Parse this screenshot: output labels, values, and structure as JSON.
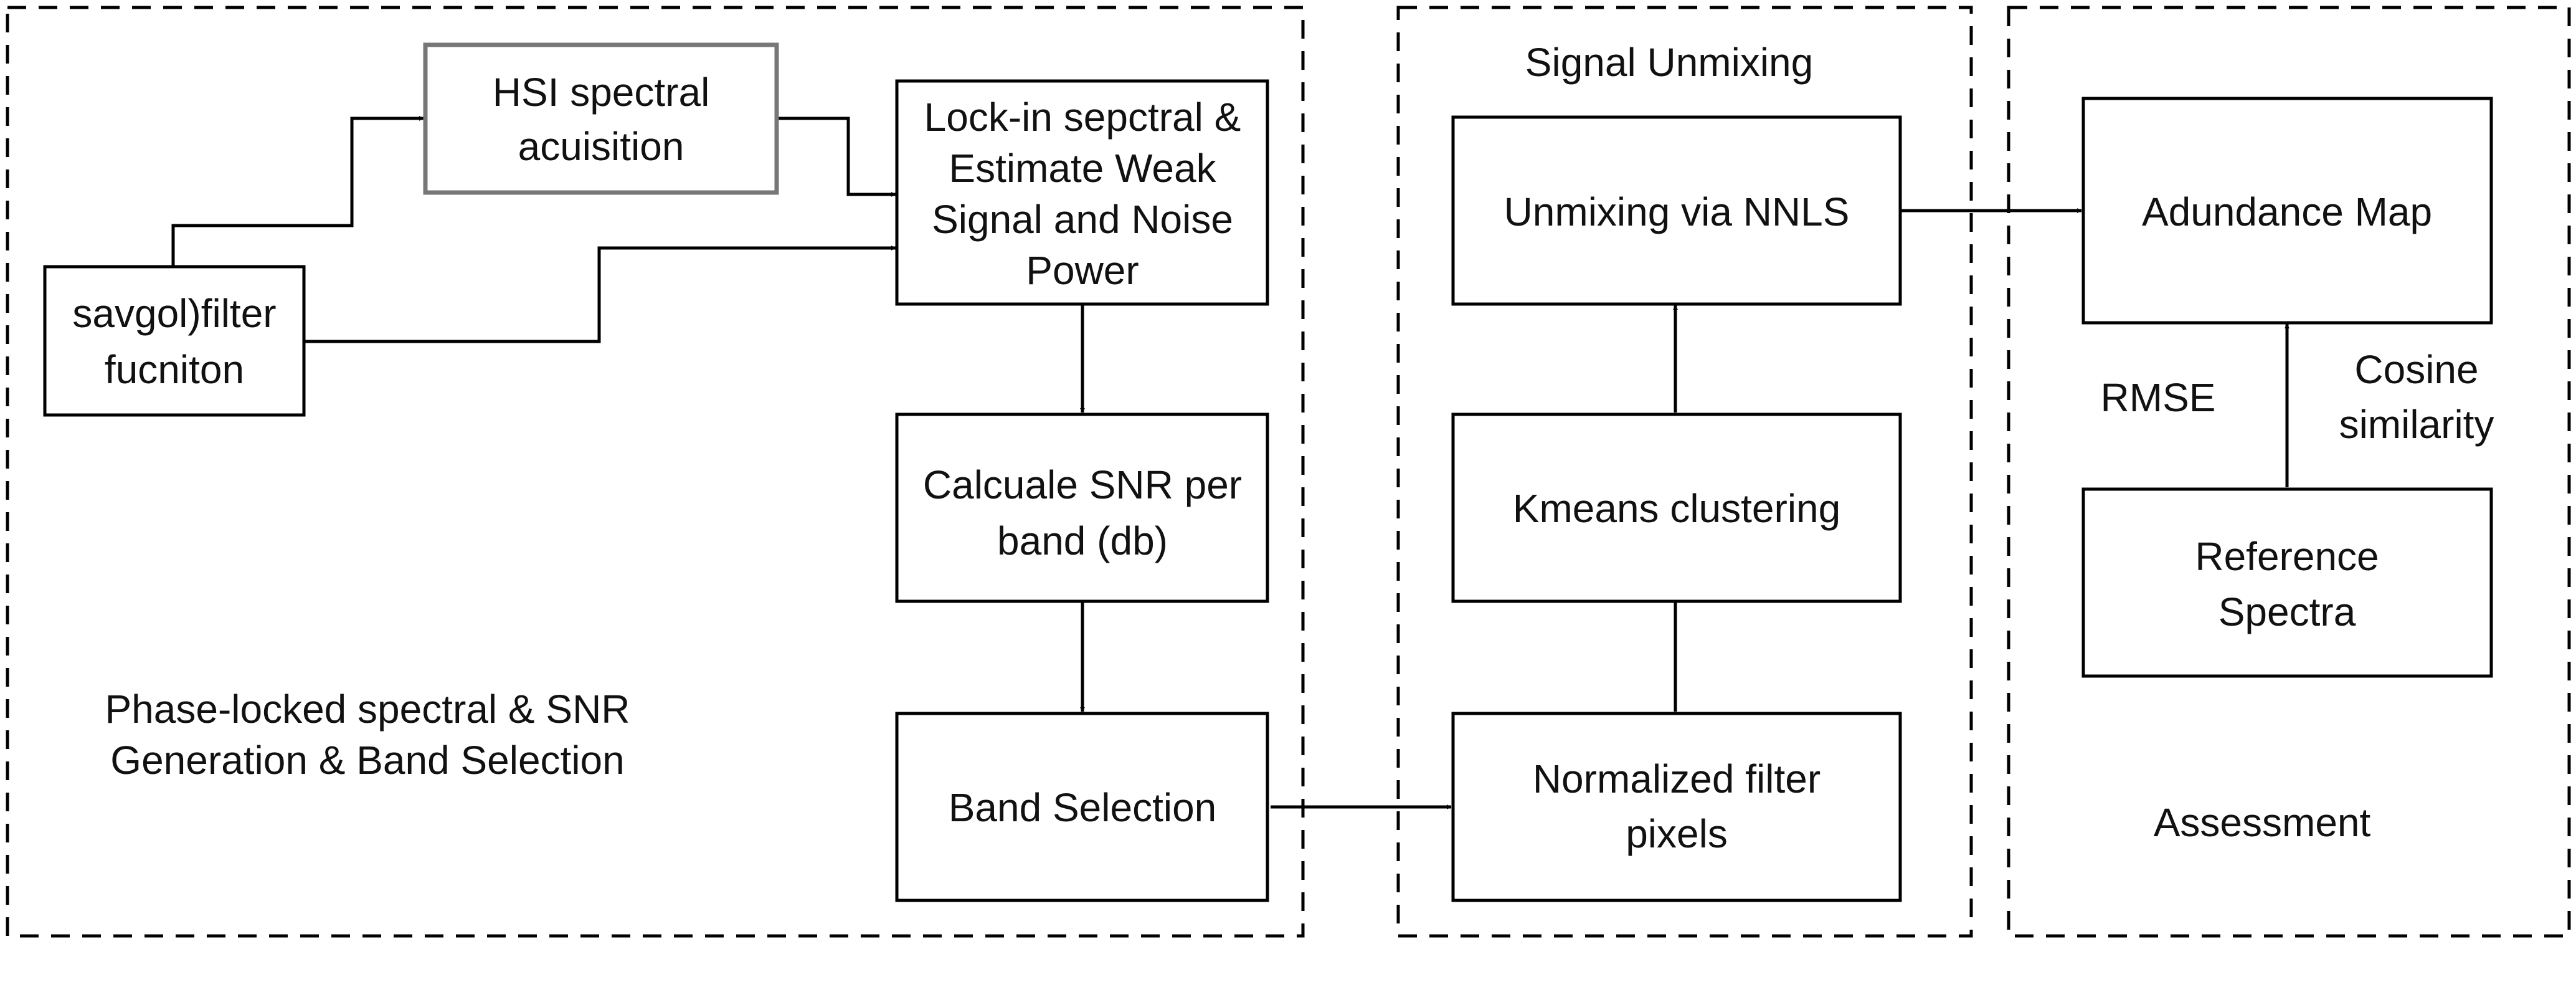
{
  "groups": {
    "phase": {
      "label_line1": "Phase-locked spectral & SNR",
      "label_line2": "Generation & Band Selection"
    },
    "unmix": {
      "label": "Signal Unmixing"
    },
    "assess": {
      "label": "Assessment"
    }
  },
  "nodes": {
    "savgol": {
      "line1": "savgol)filter",
      "line2": "fucniton"
    },
    "hsi": {
      "line1": "HSI spectral",
      "line2": "acuisition"
    },
    "lockin": {
      "line1": "Lock-in sepctral &",
      "line2": "Estimate Weak",
      "line3": "Signal and Noise",
      "line4": "Power"
    },
    "snr": {
      "line1": "Calcuale SNR per",
      "line2": "band (db)"
    },
    "bandsel": {
      "line1": "Band Selection"
    },
    "normalized": {
      "line1": "Normalized filter",
      "line2": "pixels"
    },
    "kmeans": {
      "line1": "Kmeans clustering"
    },
    "nnls": {
      "line1": "Unmixing via NNLS"
    },
    "abundance": {
      "line1": "Adundance Map"
    },
    "reference": {
      "line1": "Reference",
      "line2": "Spectra"
    }
  },
  "edge_labels": {
    "rmse": "RMSE",
    "cosine_line1": "Cosine",
    "cosine_line2": "similarity"
  }
}
